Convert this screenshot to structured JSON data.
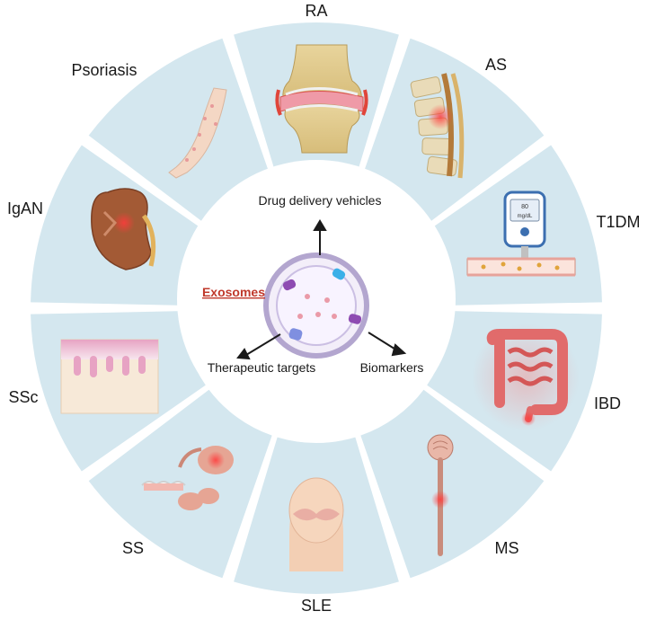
{
  "center": {
    "title": "Exosomes",
    "roles": [
      "Drug delivery vehicles",
      "Therapeutic targets",
      "Biomarkers"
    ]
  },
  "diseases": [
    {
      "id": "ra",
      "label": "RA",
      "icon": "knee-joint-icon"
    },
    {
      "id": "as",
      "label": "AS",
      "icon": "spine-icon"
    },
    {
      "id": "t1dm",
      "label": "T1DM",
      "icon": "glucometer-icon"
    },
    {
      "id": "ibd",
      "label": "IBD",
      "icon": "intestine-icon"
    },
    {
      "id": "ms",
      "label": "MS",
      "icon": "brain-spinal-cord-icon"
    },
    {
      "id": "sle",
      "label": "SLE",
      "icon": "face-butterfly-rash-icon"
    },
    {
      "id": "ss",
      "label": "SS",
      "icon": "salivary-gland-icon"
    },
    {
      "id": "ssc",
      "label": "SSc",
      "icon": "skin-section-icon"
    },
    {
      "id": "igan",
      "label": "IgAN",
      "icon": "kidney-icon"
    },
    {
      "id": "psoriasis",
      "label": "Psoriasis",
      "icon": "arm-rash-icon"
    }
  ],
  "glucometer_reading": {
    "value": "80",
    "unit": "mg/dL"
  },
  "colors": {
    "segment": "#d4e7ef",
    "divider": "#ffffff",
    "title_red": "#c0392b",
    "membrane": "#b3a6cf",
    "text": "#1a1a1a"
  }
}
